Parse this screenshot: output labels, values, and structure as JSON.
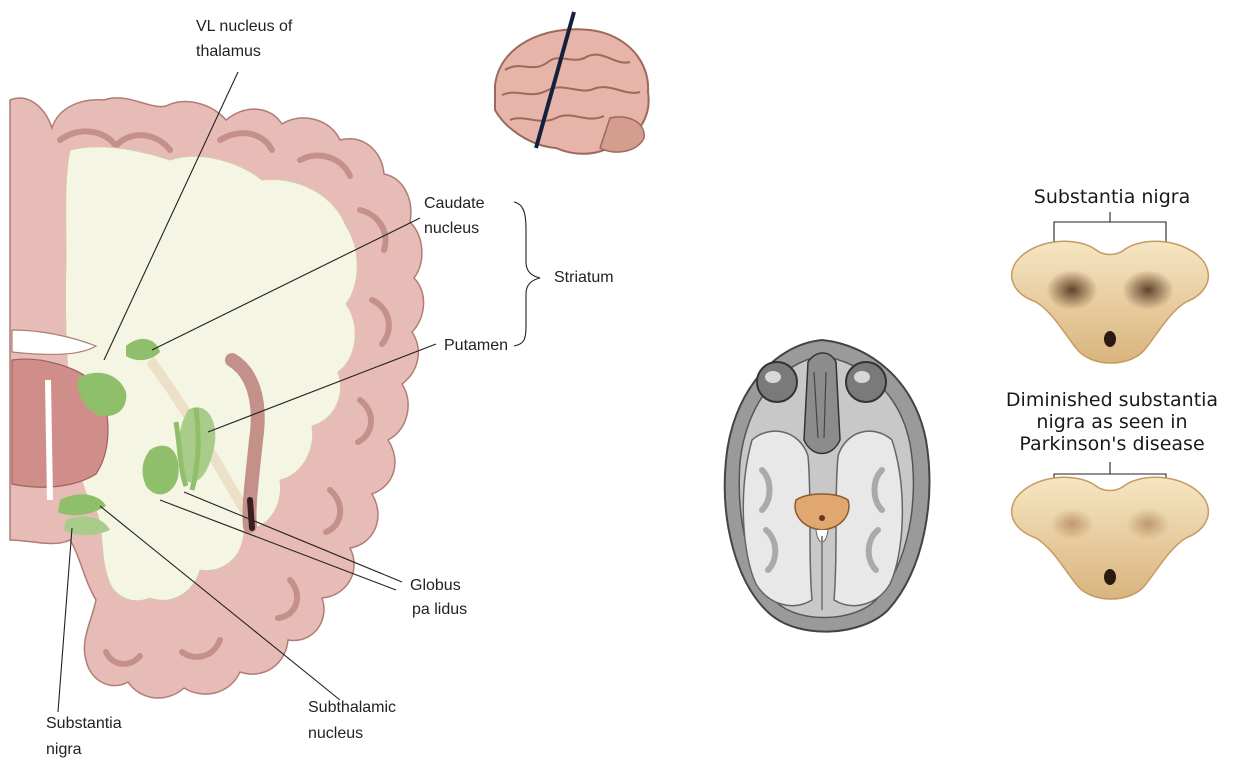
{
  "coronal_section": {
    "labels": {
      "vl_line1": "VL  nucleus of",
      "vl_line2": "thalamus",
      "caudate_line1": "Caudate",
      "caudate_line2": "nucleus",
      "striatum": "Striatum",
      "putamen": "Putamen",
      "globus_line1": "Globus",
      "globus_line2": "pa lidus",
      "subthalamic_line1": "Subthalamic",
      "subthalamic_line2": "nucleus",
      "substantia_line1": "Substantia",
      "substantia_line2": "nigra"
    }
  },
  "midbrain_panel": {
    "top_label": "Substantia nigra",
    "bottom_caption": {
      "line1": "Diminished substantia",
      "line2": "nigra as seen in",
      "line3": "Parkinson's disease"
    }
  },
  "colors": {
    "cortex": "#e8bcb6",
    "white_matter": "#f4f5e2",
    "basal_ganglia": "#8fbf6a",
    "midbrain": "#f3dfb3",
    "substantia_nigra_dark": "#5b3a22"
  }
}
